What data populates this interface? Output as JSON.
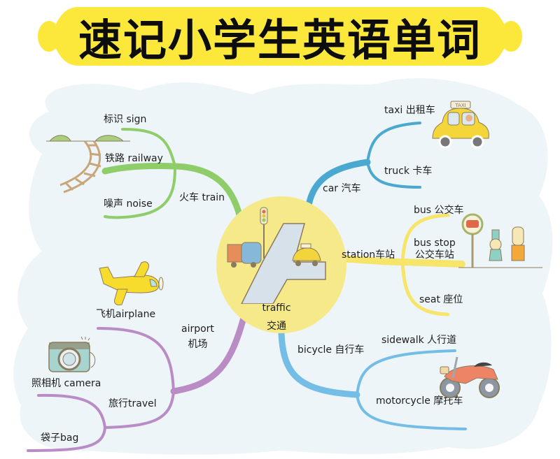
{
  "title": "速记小学生英语单词",
  "colors": {
    "title_banner": "#fbe83a",
    "background_cloud": "#eef5f8",
    "center_node": "#f5e98a",
    "train_branch": "#8fcc6a",
    "car_branch": "#4ba9d1",
    "station_branch": "#f7e56b",
    "bicycle_branch": "#74bde6",
    "airport_branch": "#b98cc6"
  },
  "center": {
    "en": "traffic",
    "zh": "交通",
    "icon": "traffic-intersection-icon"
  },
  "branches": {
    "train": {
      "label": "火车 train",
      "children": [
        "标识 sign",
        "铁路 railway",
        "噪声 noise"
      ],
      "icon": "railway-track-icon"
    },
    "car": {
      "label": "car 汽车",
      "children": [
        "taxi 出租车",
        "truck 卡车"
      ],
      "icon": "taxi-icon",
      "taxi_sign": "TAXI"
    },
    "station": {
      "label": "station车站",
      "children": [
        "bus 公交车",
        "bus stop",
        "公交车站",
        "seat 座位"
      ],
      "icon": "bus-stop-icon"
    },
    "bicycle": {
      "label": "bicycle 自行车",
      "children": [
        "sidewalk 人行道",
        "motorcycle 摩托车"
      ],
      "icon": "motorcycle-icon"
    },
    "airport": {
      "label_en": "airport",
      "label_zh": "机场",
      "children": [
        "飞机airplane",
        "旅行travel",
        "照相机 camera",
        "袋子bag"
      ],
      "icons": [
        "airplane-icon",
        "camera-icon"
      ]
    }
  }
}
